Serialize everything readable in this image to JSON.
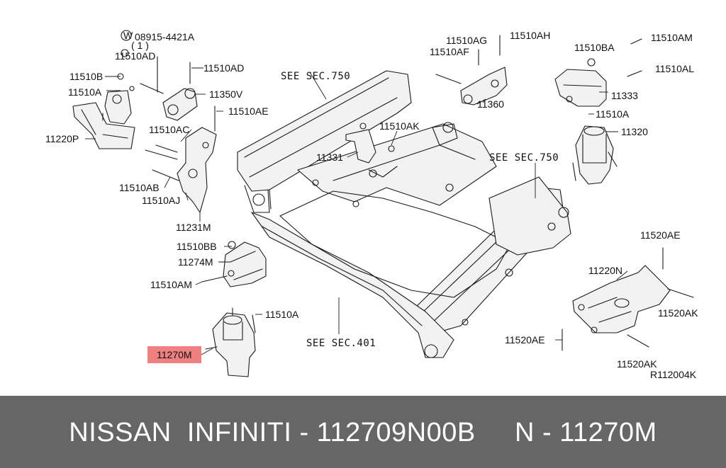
{
  "diagram": {
    "highlighted_part": "11270M",
    "reference_code": "R112004K",
    "callouts": {
      "c08915": "08915-4421A",
      "c08915_qty": "( 1 )",
      "c11510AD_a": "11510AD",
      "c11510AD_b": "11510AD",
      "c11510B": "11510B",
      "c11510A_a": "11510A",
      "c11220P": "11220P",
      "c11350V": "11350V",
      "c11510AE": "11510AE",
      "c11510AC": "11510AC",
      "c11510AB": "11510AB",
      "c11510AJ": "11510AJ",
      "c11231M": "11231M",
      "c11510BB": "11510BB",
      "c11274M": "11274M",
      "c11510AM_a": "11510AM",
      "c11510A_b": "11510A",
      "c11270M": "11270M",
      "c11510AG": "11510AG",
      "c11510AH": "11510AH",
      "c11510AF": "11510AF",
      "c11360": "11360",
      "c11510BA": "11510BA",
      "c11510AM_b": "11510AM",
      "c11510AL": "11510AL",
      "c11333": "11333",
      "c11510A_c": "11510A",
      "c11320": "11320",
      "c11510AK": "11510AK",
      "c11331": "11331",
      "c11520AE_a": "11520AE",
      "c11220N": "11220N",
      "c11520AK_a": "11520AK",
      "c11520AE_b": "11520AE",
      "c11520AK_b": "11520AK",
      "see750_a": "SEE SEC.750",
      "see750_b": "SEE SEC.750",
      "see401": "SEE SEC.401",
      "w_symbol": "W"
    }
  },
  "footer": {
    "text": "NISSAN  INFINITI - 112709N00B     N - 11270M"
  },
  "colors": {
    "footer_bg": "#666666",
    "highlight": "#ef8080",
    "ink": "#111111"
  }
}
